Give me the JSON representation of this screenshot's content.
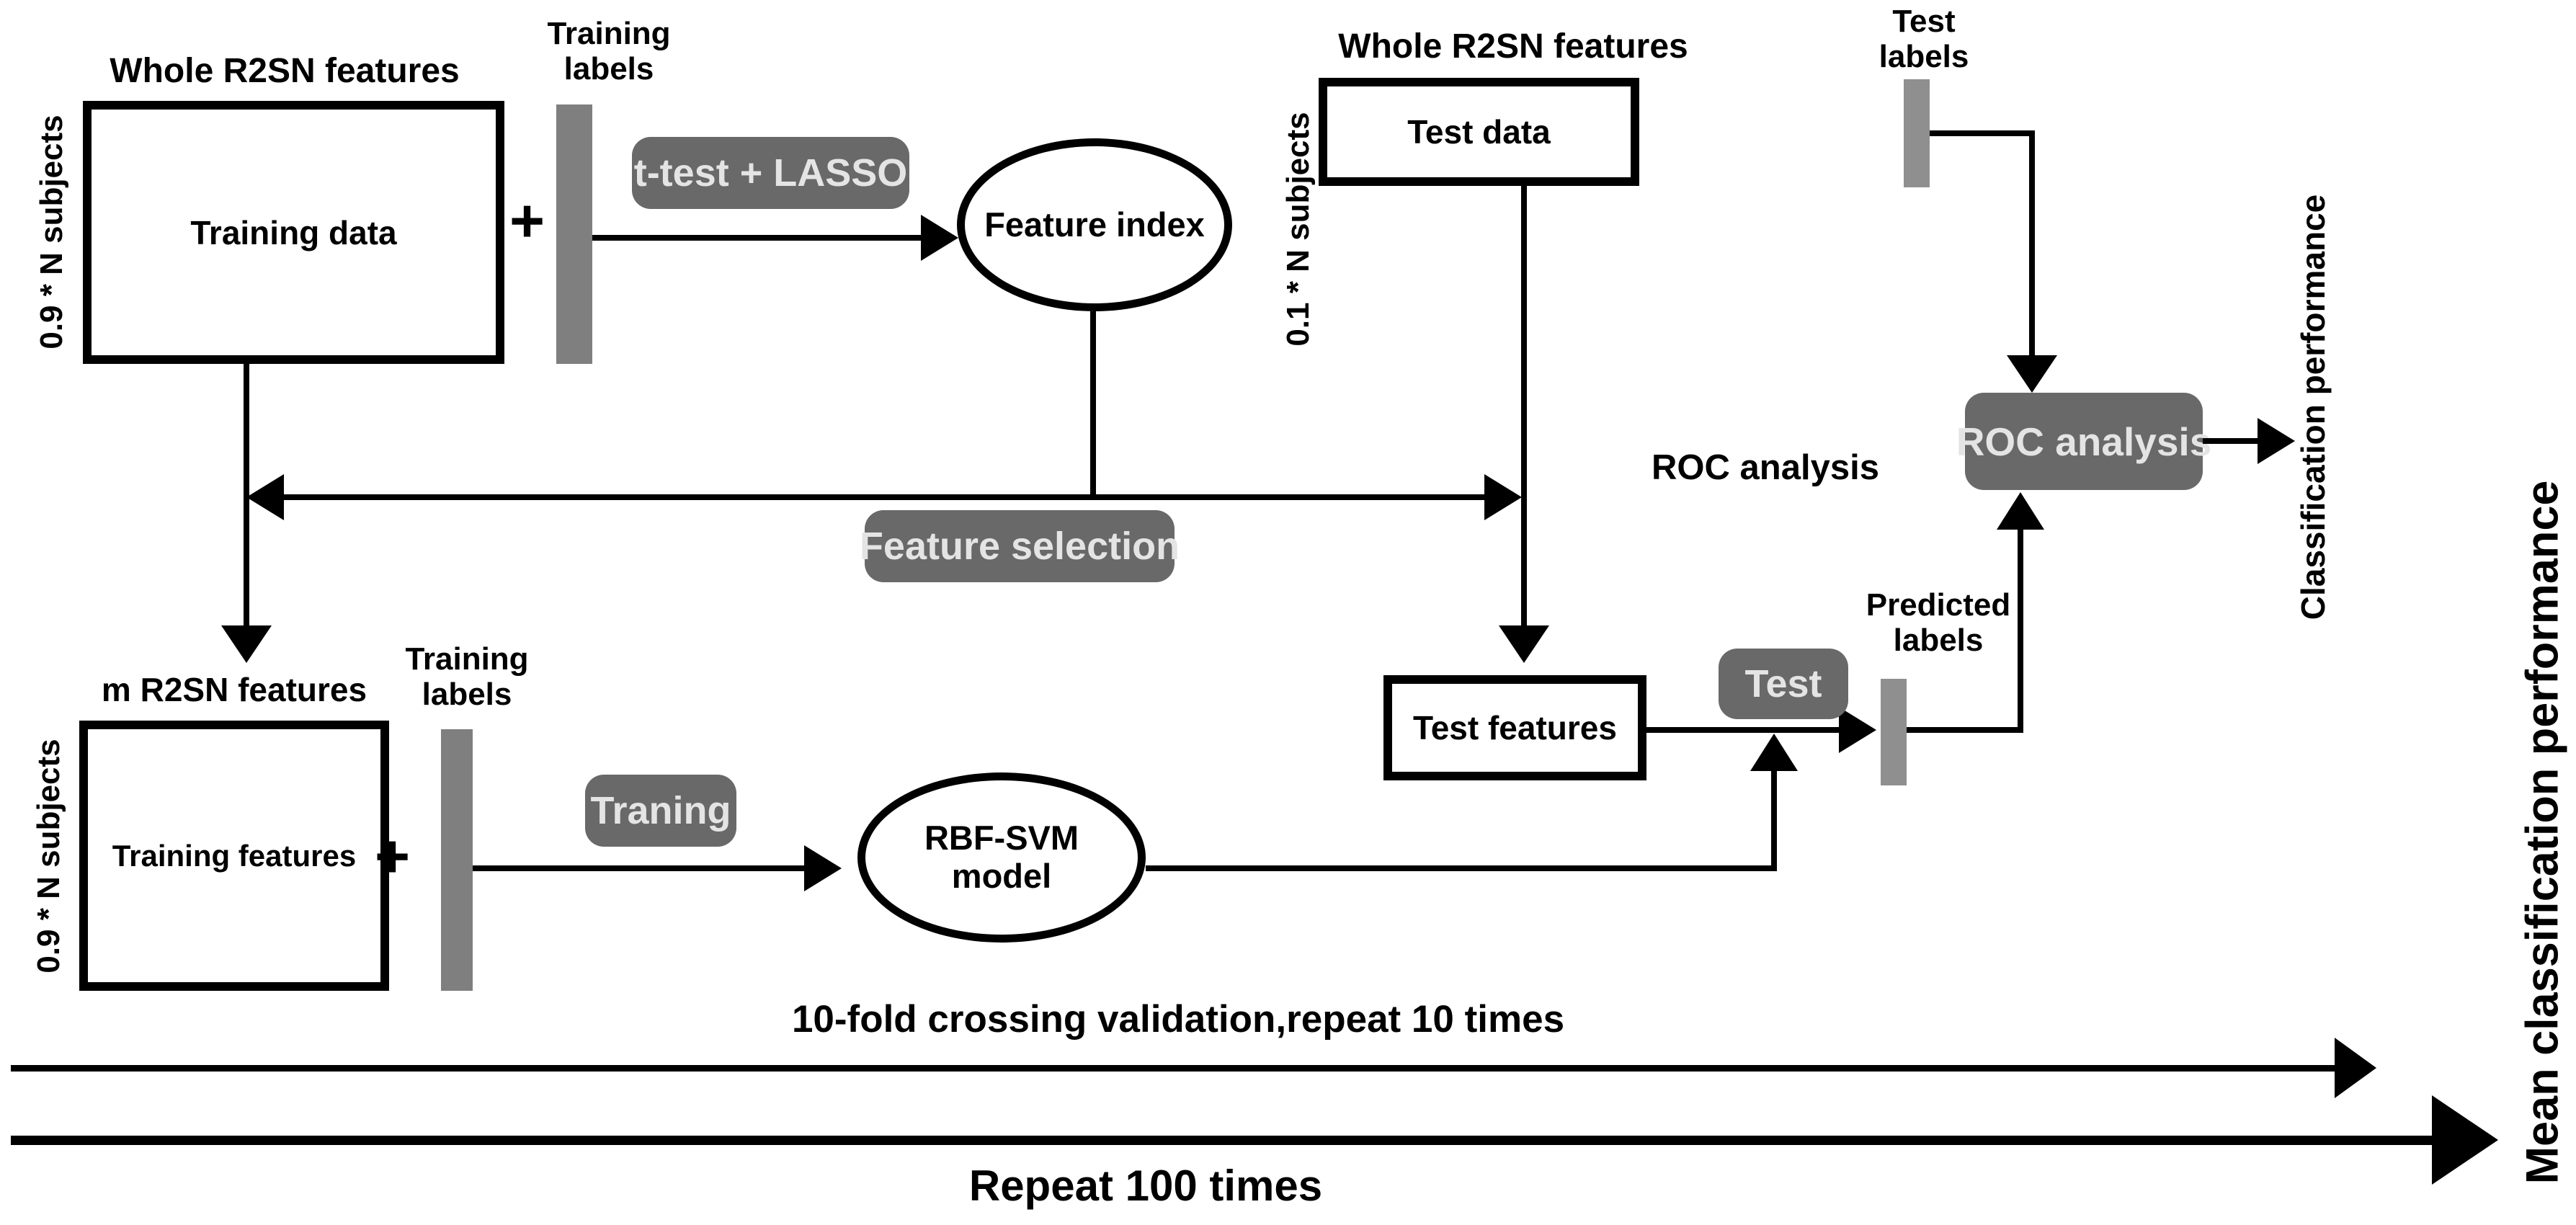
{
  "colors": {
    "ink": "#000000",
    "button_bg": "#696969",
    "button_text": "#e4e4e4",
    "bar_fill": "#7f7f7f",
    "bar_fill_light": "#8f8f8f",
    "paper": "#ffffff"
  },
  "nodes": {
    "training": {
      "matrix_title": "Whole R2SN features",
      "matrix_label": "Training data",
      "rows_label": "0.9 * N subjects",
      "plus": "+",
      "labels_caption": "Training labels"
    },
    "feature_selection": {
      "method_button": "t-test + LASSO",
      "index_ellipse": "Feature index",
      "selection_button": "Feature selection"
    },
    "selected_training": {
      "matrix_title": "m R2SN features",
      "matrix_label": "Training features",
      "rows_label": "0.9 * N subjects",
      "plus": "+",
      "labels_caption": "Training labels",
      "train_button": "Traning",
      "model_ellipse": "RBF-SVM model"
    },
    "testing": {
      "matrix_title": "Whole R2SN features",
      "matrix_label": "Test data",
      "rows_label": "0.1 * N subjects",
      "features_box": "Test features",
      "test_button": "Test",
      "predicted_caption": "Predicted labels",
      "test_labels_caption": "Test labels"
    },
    "evaluation": {
      "roc_text": "ROC analysis",
      "roc_button": "ROC analysis",
      "classification_performance": "Classification performance",
      "mean_performance": "Mean classification performance"
    },
    "loops": {
      "cv_caption": "10-fold crossing validation,repeat 10 times",
      "repeat_caption": "Repeat 100 times"
    }
  }
}
